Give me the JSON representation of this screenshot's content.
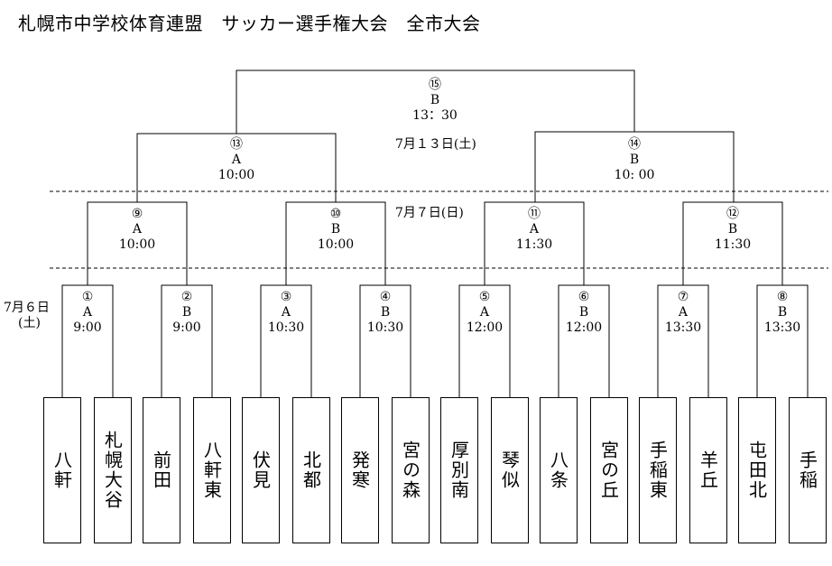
{
  "title": "札幌市中学校体育連盟　サッカー選手権大会　全市大会",
  "dates": {
    "day1": "7月６日",
    "day1_weekday": "(土)",
    "day2": "7月７日(日)",
    "day3": "7月１３日(土)"
  },
  "round1": [
    {
      "num": "①",
      "court": "A",
      "time": "9:00",
      "teams": [
        "八軒",
        "札幌大谷"
      ]
    },
    {
      "num": "②",
      "court": "B",
      "time": "9:00",
      "teams": [
        "前田",
        "八軒東"
      ]
    },
    {
      "num": "③",
      "court": "A",
      "time": "10:30",
      "teams": [
        "伏見",
        "北都"
      ]
    },
    {
      "num": "④",
      "court": "B",
      "time": "10:30",
      "teams": [
        "発寒",
        "宮の森"
      ]
    },
    {
      "num": "⑤",
      "court": "A",
      "time": "12:00",
      "teams": [
        "厚別南",
        "琴似"
      ]
    },
    {
      "num": "⑥",
      "court": "B",
      "time": "12:00",
      "teams": [
        "八条",
        "宮の丘"
      ]
    },
    {
      "num": "⑦",
      "court": "A",
      "time": "13:30",
      "teams": [
        "手稲東",
        "羊丘"
      ]
    },
    {
      "num": "⑧",
      "court": "B",
      "time": "13:30",
      "teams": [
        "屯田北",
        "手稲"
      ]
    }
  ],
  "round2": [
    {
      "num": "⑨",
      "court": "A",
      "time": "10:00"
    },
    {
      "num": "⑩",
      "court": "B",
      "time": "10:00"
    },
    {
      "num": "⑪",
      "court": "A",
      "time": "11:30"
    },
    {
      "num": "⑫",
      "court": "B",
      "time": "11:30"
    }
  ],
  "semis": [
    {
      "num": "⑬",
      "court": "A",
      "time": "10:00"
    },
    {
      "num": "⑭",
      "court": "B",
      "time": "10: 00"
    }
  ],
  "final": {
    "num": "⑮",
    "court": "B",
    "time": "13：30"
  }
}
